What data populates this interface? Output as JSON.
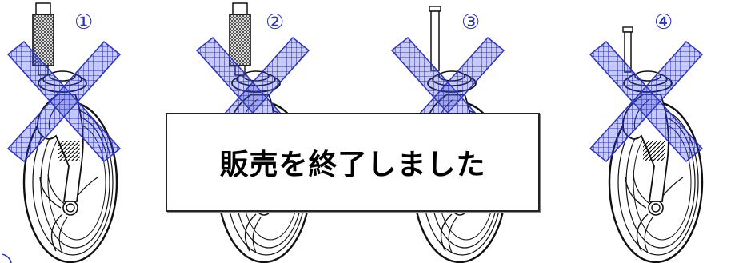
{
  "casters": [
    {
      "number": "①",
      "stem": "knurled"
    },
    {
      "number": "②",
      "stem": "knurled"
    },
    {
      "number": "③",
      "stem": "pin"
    },
    {
      "number": "④",
      "stem": "thin-pin"
    }
  ],
  "overlay": {
    "mark": "cross-x",
    "color": "#2a34b8"
  },
  "banner": {
    "text": "販売を終了しました"
  }
}
